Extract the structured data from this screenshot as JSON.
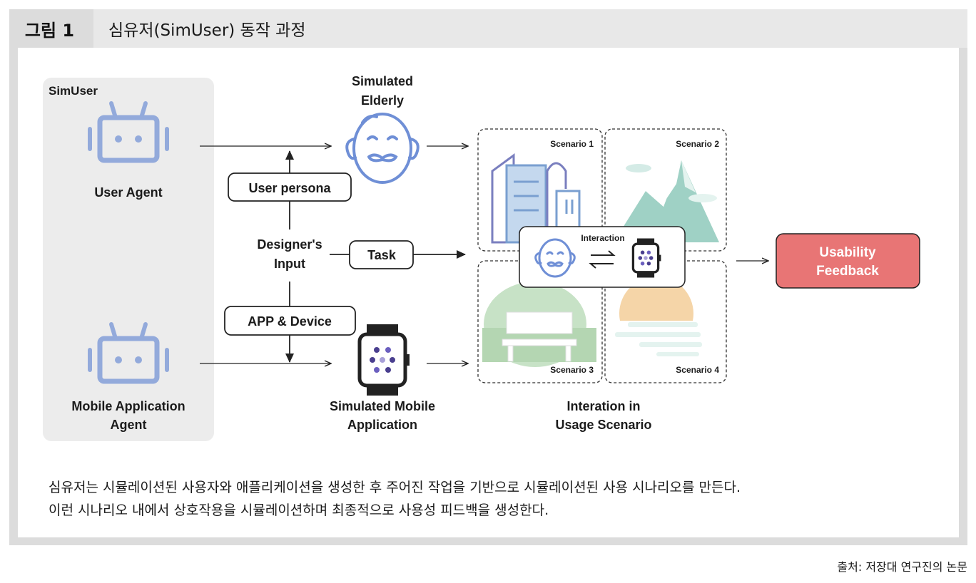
{
  "figure": {
    "label": "그림 1",
    "title": "심유저(SimUser) 동작 과정"
  },
  "diagram": {
    "simuser_title": "SimUser",
    "user_agent": "User Agent",
    "mobile_agent_line1": "Mobile Application",
    "mobile_agent_line2": "Agent",
    "user_persona": "User persona",
    "designer_input_line1": "Designer's",
    "designer_input_line2": "Input",
    "task": "Task",
    "app_device": "APP & Device",
    "simulated_elderly_line1": "Simulated",
    "simulated_elderly_line2": "Elderly",
    "simulated_mobile_line1": "Simulated Mobile",
    "simulated_mobile_line2": "Application",
    "scenario_1": "Scenario 1",
    "scenario_2": "Scenario 2",
    "scenario_3": "Scenario 3",
    "scenario_4": "Scenario 4",
    "interaction": "Interaction",
    "interaction_in_line1": "Interation in",
    "interaction_in_line2": "Usage Scenario",
    "usability_line1": "Usability",
    "usability_line2": "Feedback"
  },
  "icons": [
    "robot-icon",
    "elderly-face-icon",
    "smartwatch-icon",
    "city-icon",
    "mountain-icon",
    "park-bench-icon",
    "sunset-icon"
  ],
  "colors": {
    "robot": "#93aadb",
    "feedback": "#e87575",
    "elderly_stroke": "#6f8fd6"
  },
  "caption": {
    "line1": "심유저는 시뮬레이션된 사용자와 애플리케이션을 생성한 후 주어진 작업을 기반으로 시뮬레이션된 사용 시나리오를 만든다.",
    "line2": "이런 시나리오 내에서 상호작용을 시뮬레이션하며 최종적으로 사용성 피드백을 생성한다."
  },
  "source": "출처: 저장대 연구진의 논문"
}
